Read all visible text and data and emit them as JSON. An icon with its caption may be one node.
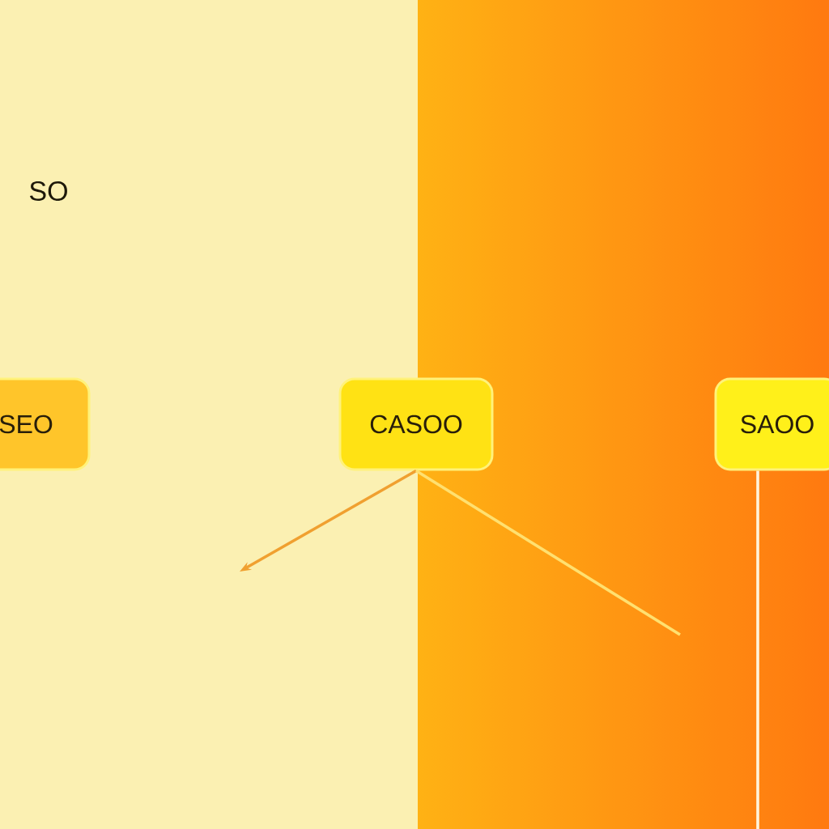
{
  "diagram": {
    "nodes": [
      {
        "text": [
          "SEO"
        ]
      },
      {
        "text": [
          "CASOO"
        ]
      },
      {
        "text": [
          "SAOO"
        ]
      }
    ],
    "edges": [
      {
        "from": 1,
        "to": null,
        "arrow": "to",
        "color": "#f0a030"
      },
      {
        "from": 1,
        "to": null,
        "arrow": "none",
        "color": "#ffe070"
      },
      {
        "from": 2,
        "to": null,
        "arrow": "none",
        "color": "#fff4dc"
      }
    ],
    "labels": [
      "SO"
    ]
  }
}
